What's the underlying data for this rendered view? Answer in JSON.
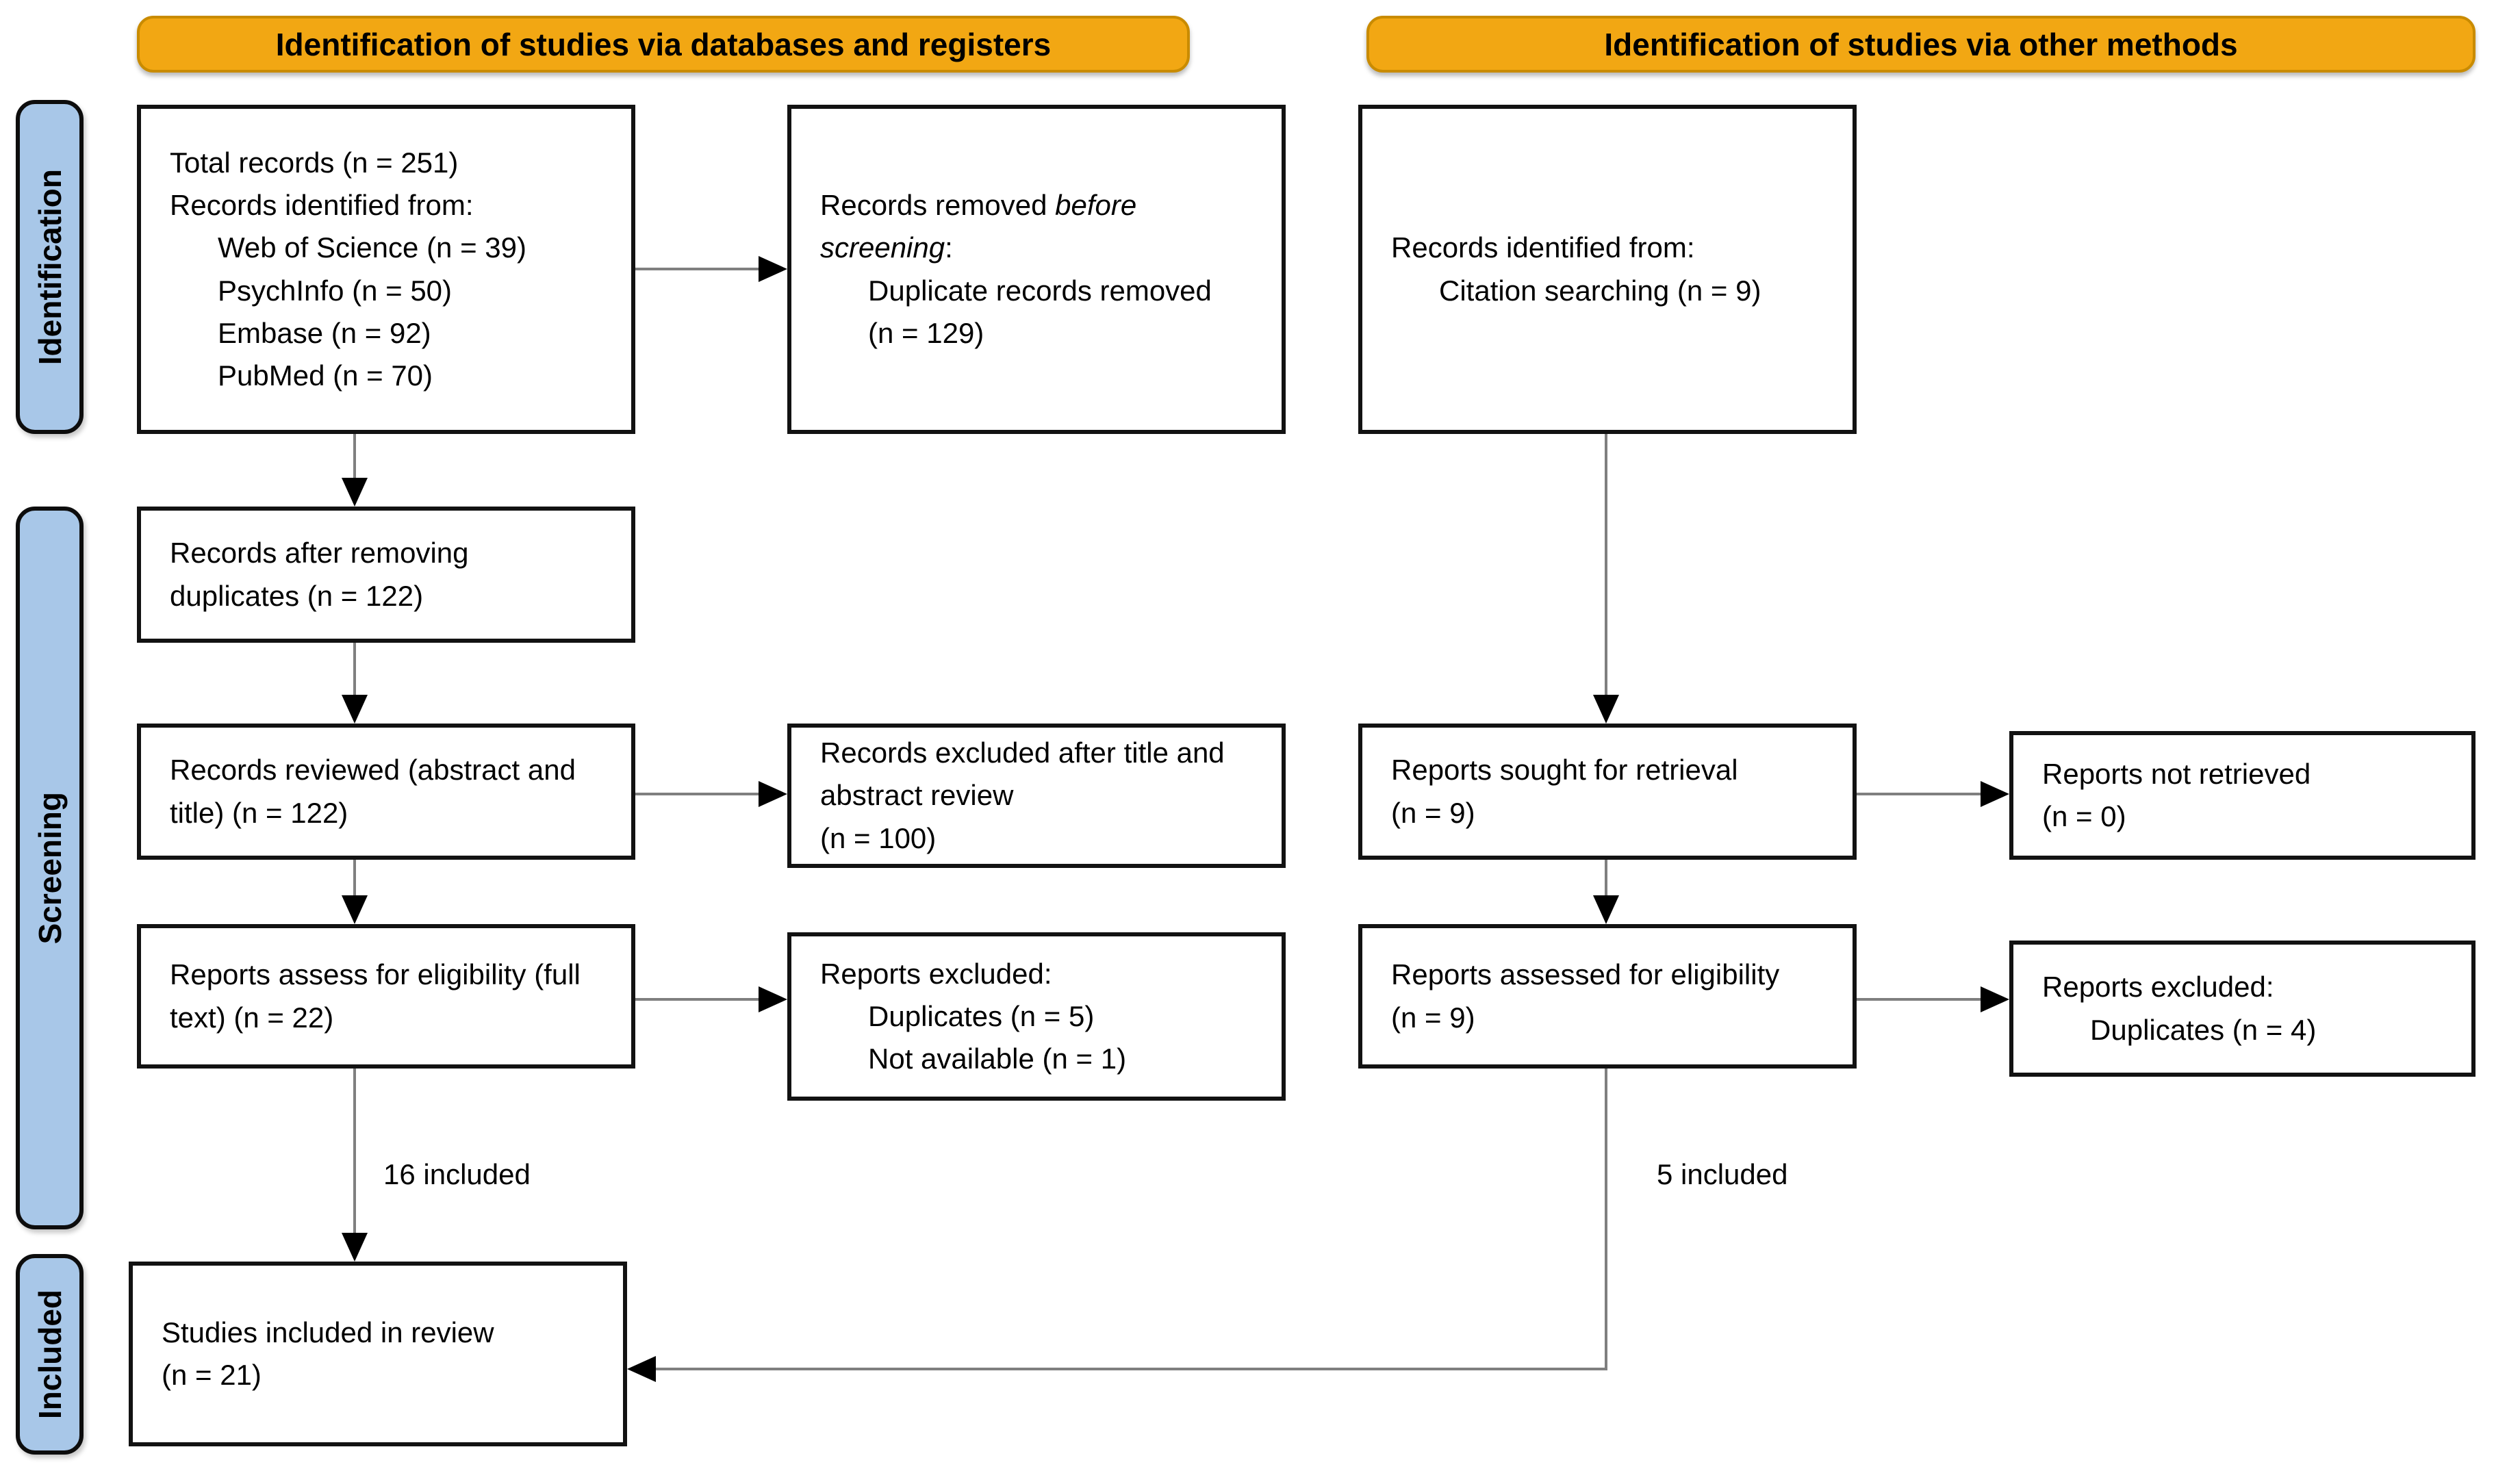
{
  "banners": {
    "left": "Identification of studies via databases and registers",
    "right": "Identification of studies via other methods"
  },
  "sidebar": {
    "identification": "Identification",
    "screening": "Screening",
    "included": "Included"
  },
  "boxes": {
    "total_records": {
      "text": "Total records (n = 251)\nRecords identified from:\n      Web of Science (n = 39)\n      PsychInfo (n = 50)\n      Embase (n = 92)\n      PubMed (n = 70)"
    },
    "records_removed": {
      "prefix": "Records removed ",
      "italic": "before\nscreening",
      "suffix": ":\n      Duplicate records removed\n      (n = 129)"
    },
    "citation_records": {
      "text": "Records identified from:\n      Citation searching (n = 9)"
    },
    "after_duplicates": {
      "text": "Records after removing\nduplicates (n = 122)"
    },
    "records_reviewed": {
      "text": "Records reviewed (abstract and\ntitle) (n = 122)"
    },
    "records_excluded": {
      "text": "Records excluded after title and\nabstract review\n(n = 100)"
    },
    "reports_sought": {
      "text": "Reports sought for retrieval\n(n = 9)"
    },
    "reports_not_retrieved": {
      "text": "Reports not retrieved\n(n = 0)"
    },
    "reports_assess": {
      "text": "Reports assess for eligibility (full\ntext) (n = 22)"
    },
    "reports_excluded_left": {
      "text": "Reports excluded:\n      Duplicates (n = 5)\n      Not available (n = 1)"
    },
    "reports_assessed_right": {
      "text": "Reports assessed for eligibility\n(n = 9)"
    },
    "reports_excluded_right": {
      "text": "Reports excluded:\n      Duplicates (n = 4)"
    },
    "studies_included": {
      "text": "Studies included in review\n(n = 21)"
    }
  },
  "flow_labels": {
    "left": "16 included",
    "right": "5 included"
  },
  "colors": {
    "banner": "#F2A713",
    "banner_border": "#C98B00",
    "sidebar": "#A8C7E8",
    "box_border": "#121212",
    "line": "#7F7F7F",
    "arrowhead": "#000000"
  }
}
